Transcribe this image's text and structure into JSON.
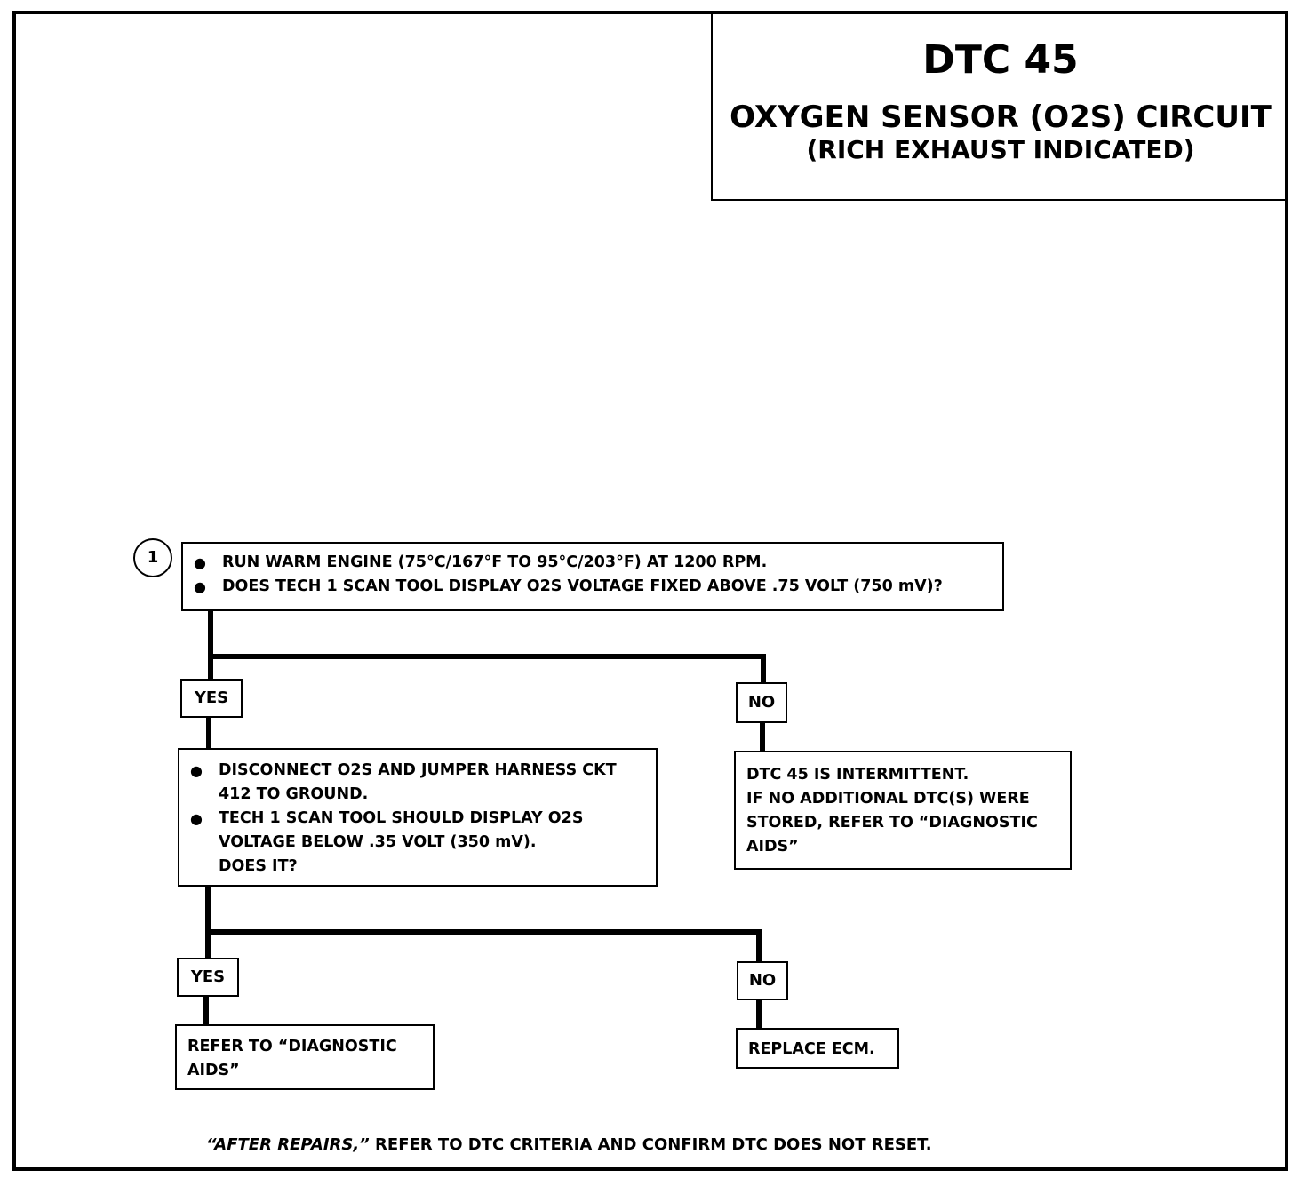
{
  "header": {
    "dtc_code": "DTC 45",
    "title_line1": "OXYGEN SENSOR (O2S) CIRCUIT",
    "title_line2": "(RICH EXHAUST INDICATED)"
  },
  "step1": {
    "number": "1",
    "bullets": [
      "RUN WARM ENGINE (75°C/167°F TO 95°C/203°F) AT 1200 RPM.",
      "DOES TECH 1 SCAN TOOL DISPLAY O2S VOLTAGE  FIXED ABOVE .75 VOLT  (750 mV)?"
    ],
    "yes_label": "YES",
    "no_label": "NO"
  },
  "step2": {
    "bullet1_lines": [
      "DISCONNECT O2S AND JUMPER HARNESS CKT",
      "412 TO GROUND."
    ],
    "bullet2_lines": [
      "TECH 1 SCAN TOOL SHOULD DISPLAY O2S",
      "VOLTAGE BELOW .35 VOLT  (350 mV).",
      "DOES IT?"
    ],
    "yes_label": "YES",
    "no_label": "NO"
  },
  "intermittent_box": {
    "lines": [
      "DTC 45 IS INTERMITTENT.",
      "IF NO ADDITIONAL DTC(S) WERE",
      "STORED, REFER TO “DIAGNOSTIC",
      "AIDS”"
    ]
  },
  "diag_aids_box": {
    "lines": [
      "REFER TO “DIAGNOSTIC",
      "AIDS”"
    ]
  },
  "replace_box": {
    "text": "REPLACE ECM."
  },
  "footer": {
    "italic": "“AFTER REPAIRS,”",
    "text": " REFER TO DTC CRITERIA AND CONFIRM DTC DOES NOT RESET."
  }
}
